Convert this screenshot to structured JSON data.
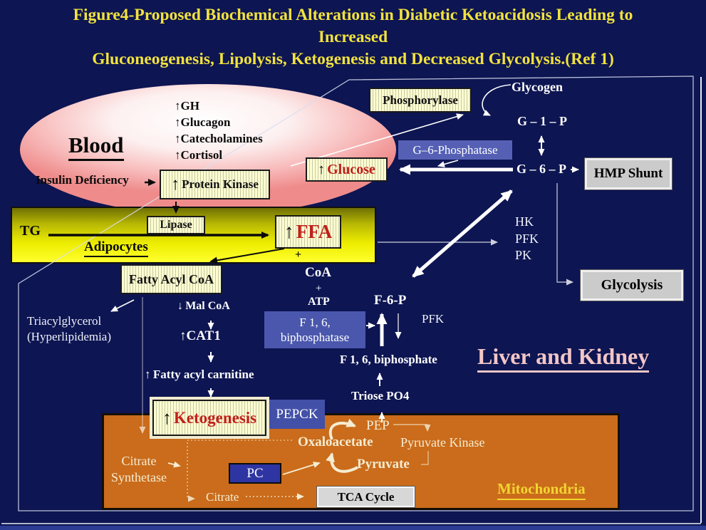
{
  "title": {
    "line1": "Figure4-Proposed Biochemical Alterations in Diabetic Ketoacidosis Leading to",
    "line2": "Increased",
    "line3": "Gluconeogenesis, Lipolysis, Ketogenesis and Decreased Glycolysis.(Ref 1)"
  },
  "colors": {
    "background": "#0d1552",
    "title_yellow": "#f2e23e",
    "red_text": "#c0201a",
    "mitochondria_orange": "#ca6c1b",
    "pink_label": "#f2c6c6",
    "mitochondria_label_yellow": "#f2d531",
    "blue_enzyme_box": "#4a57ad",
    "gray_box": "#cbcbcb",
    "blood_ellipse_pink": "#ef8b8b",
    "adipocyte_yellow": "#ffff2e"
  },
  "blood": {
    "label": "Blood",
    "insulin": "Insulin Deficiency",
    "hormones": [
      {
        "a": "↑",
        "t": "GH"
      },
      {
        "a": "↑",
        "t": "Glucagon"
      },
      {
        "a": "↑",
        "t": "Catecholamines"
      },
      {
        "a": "↑",
        "t": "Cortisol"
      }
    ],
    "pk_arrow": "↑",
    "protein_kinase": "Protein Kinase",
    "glucose_arrow": "↑",
    "glucose": "Glucose"
  },
  "adipocytes": {
    "label": "Adipocytes",
    "tg": "TG",
    "lipase": "Lipase",
    "ffa_arrow": "↑",
    "ffa": "FFA"
  },
  "carbohydrate": {
    "phosphorylase": "Phosphorylase",
    "glycogen": "Glycogen",
    "g1p": "G – 1 – P",
    "g6p": "G – 6 – P",
    "g6_phosphatase": "G–6-Phosphatase",
    "hmp_shunt": "HMP Shunt",
    "hk": "HK",
    "pfk": "PFK",
    "pk": "PK",
    "glycolysis": "Glycolysis"
  },
  "lipid": {
    "fatty_acyl_coa": "Fatty Acyl CoA",
    "triacylglycerol": "Triacylglycerol",
    "hyperlipidemia": "(Hyperlipidemia)",
    "mal_coa_arrow": "↓",
    "mal_coa": "Mal CoA",
    "cat1_arrow": "↑",
    "cat1": "CAT1",
    "carnitine_arrow": "↑",
    "carnitine": "Fatty acyl carnitine",
    "plus_top": "+",
    "coa": "CoA",
    "plus_mid": "+",
    "atp": "ATP",
    "ketogenesis_arrow": "↑",
    "ketogenesis": "Ketogenesis"
  },
  "gluconeo": {
    "f6p": "F-6-P",
    "pfk_label": "PFK",
    "f16ase_line1": "F 1, 6,",
    "f16ase_line2": "biphosphatase",
    "f16bp": "F 1, 6, biphosphate",
    "triose": "Triose PO4",
    "pepck": "PEPCK",
    "pep": "PEP",
    "oxaloacetate": "Oxaloacetate",
    "pyruvate_kinase": "Pyruvate Kinase",
    "pyruvate": "Pyruvate",
    "pc": "PC",
    "citrate_syn_line1": "Citrate",
    "citrate_syn_line2": "Synthetase",
    "citrate": "Citrate",
    "tca": "TCA Cycle"
  },
  "regions": {
    "liver_kidney": "Liver and Kidney",
    "mitochondria": "Mitochondria"
  }
}
